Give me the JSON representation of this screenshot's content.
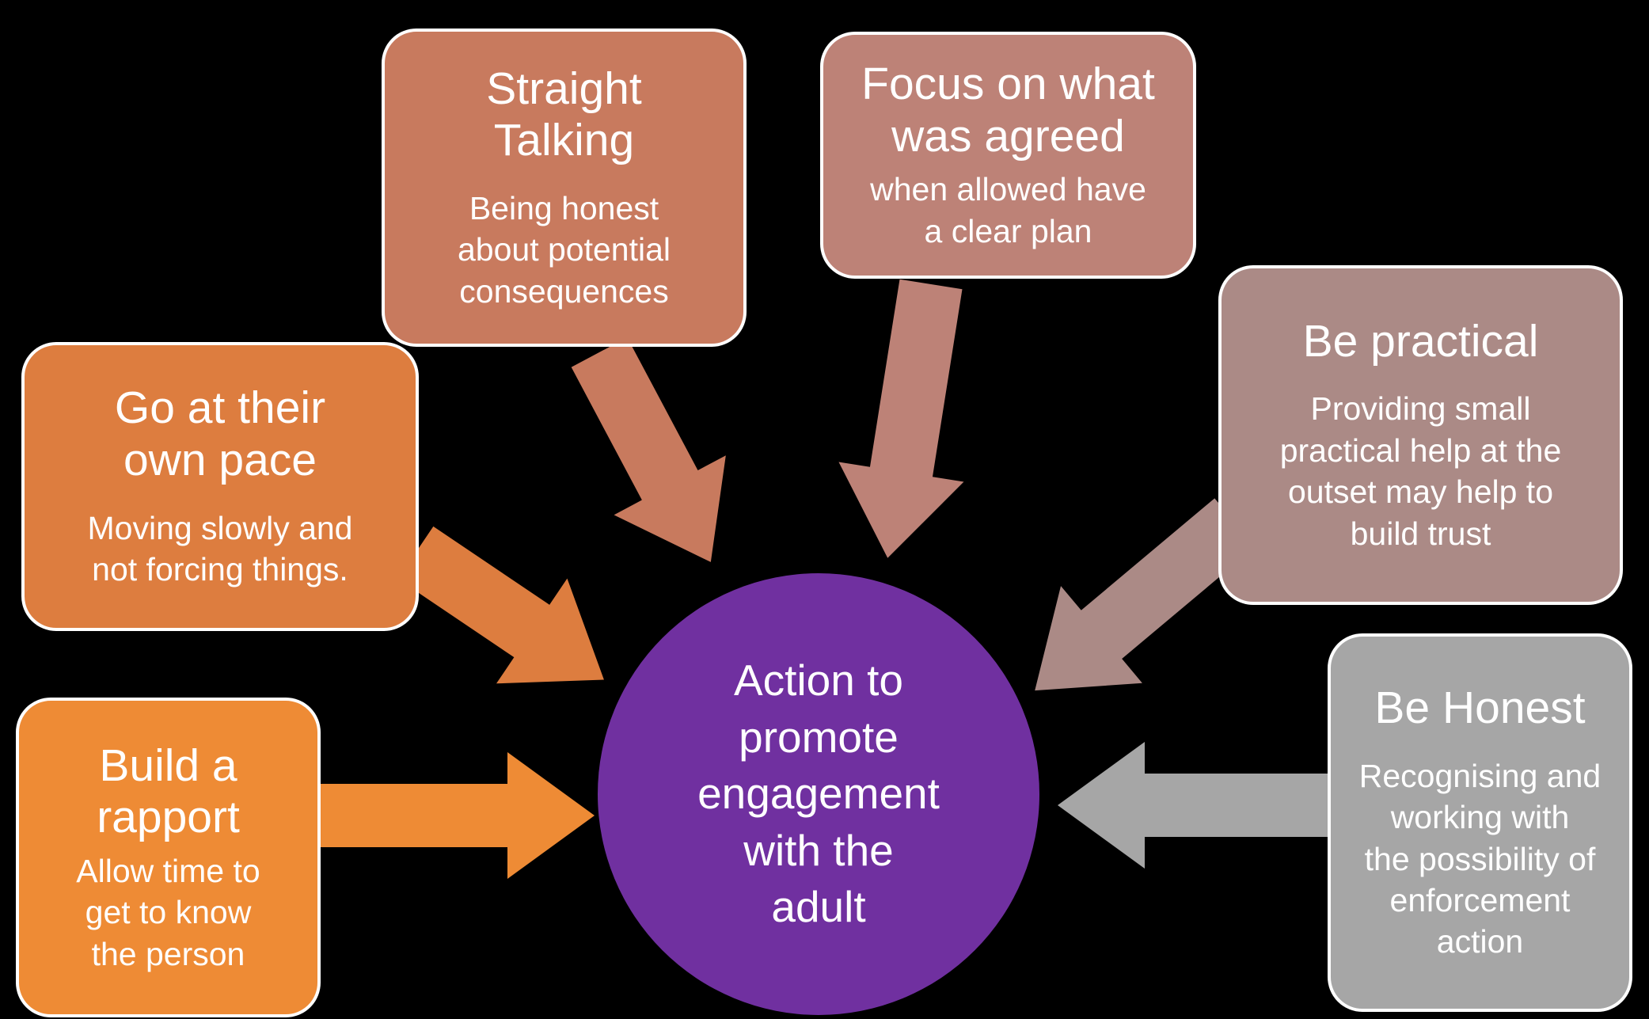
{
  "background": "#000000",
  "center": {
    "label": "Action to\npromote\nengagement\nwith the\nadult",
    "color": "#7030a0",
    "text_color": "#ffffff"
  },
  "boxes": [
    {
      "id": "straight-talking",
      "title": "Straight\nTalking",
      "body": "Being honest\nabout potential\nconsequences",
      "color": "#c87a5e"
    },
    {
      "id": "focus-agreed",
      "title": "Focus on what\nwas agreed",
      "body": "when allowed have\na clear plan",
      "color": "#bd8277"
    },
    {
      "id": "be-practical",
      "title": "Be practical",
      "body": "Providing small\npractical help at the\noutset may help to\nbuild trust",
      "color": "#ab8a86"
    },
    {
      "id": "be-honest",
      "title": "Be Honest",
      "body": "Recognising and\nworking with\nthe possibility of\nenforcement\naction",
      "color": "#a6a6a6"
    },
    {
      "id": "own-pace",
      "title": "Go at their\nown pace",
      "body": "Moving slowly and\nnot forcing things.",
      "color": "#dd7d3f"
    },
    {
      "id": "build-rapport",
      "title": "Build a\nrapport",
      "body": "Allow time to\nget to know\nthe person",
      "color": "#ee8b35"
    }
  ]
}
